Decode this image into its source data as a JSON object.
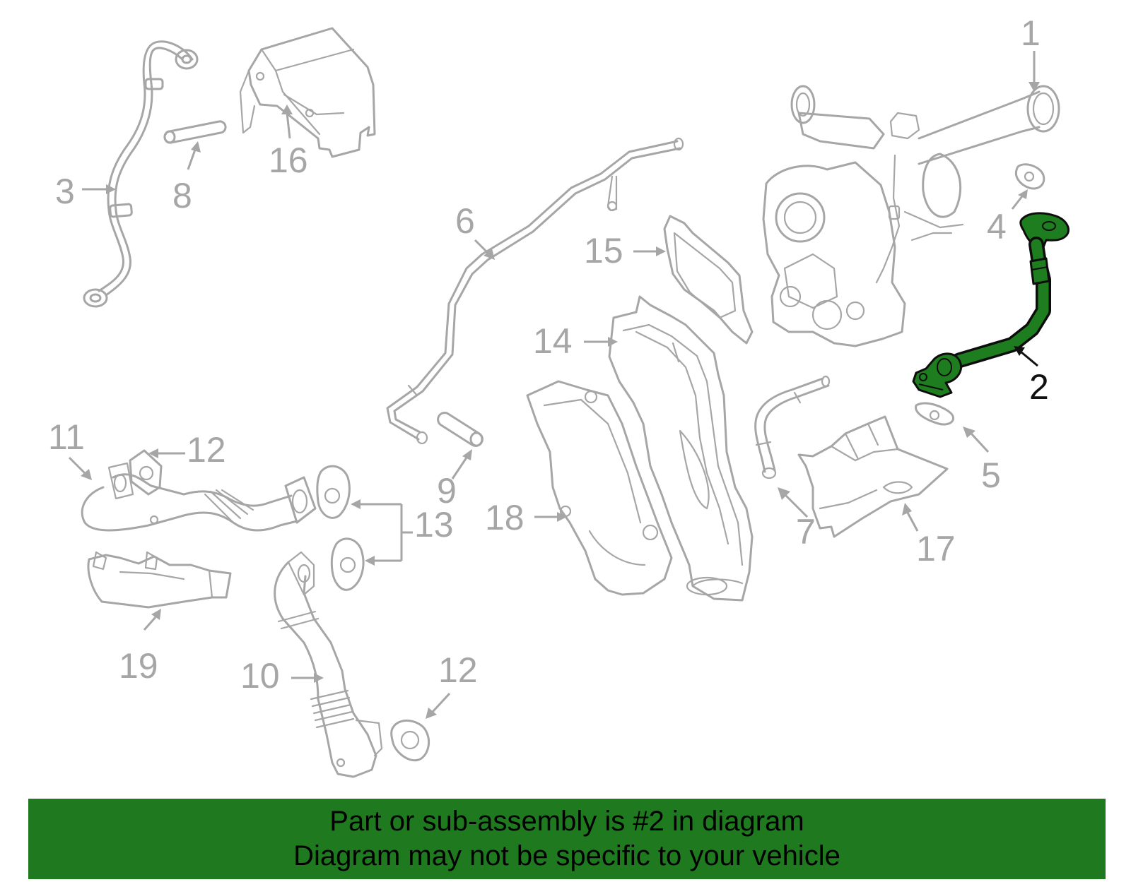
{
  "diagram": {
    "callouts": [
      {
        "id": "1",
        "text": "1"
      },
      {
        "id": "2",
        "text": "2",
        "highlighted": true
      },
      {
        "id": "3",
        "text": "3"
      },
      {
        "id": "4",
        "text": "4"
      },
      {
        "id": "5",
        "text": "5"
      },
      {
        "id": "6",
        "text": "6"
      },
      {
        "id": "7",
        "text": "7"
      },
      {
        "id": "8",
        "text": "8"
      },
      {
        "id": "9",
        "text": "9"
      },
      {
        "id": "10",
        "text": "10"
      },
      {
        "id": "11",
        "text": "11"
      },
      {
        "id": "12a",
        "text": "12"
      },
      {
        "id": "12b",
        "text": "12"
      },
      {
        "id": "13",
        "text": "13"
      },
      {
        "id": "14",
        "text": "14"
      },
      {
        "id": "15",
        "text": "15"
      },
      {
        "id": "16",
        "text": "16"
      },
      {
        "id": "17",
        "text": "17"
      },
      {
        "id": "18",
        "text": "18"
      },
      {
        "id": "19",
        "text": "19"
      }
    ],
    "colors": {
      "highlight_fill": "#1e7d1e",
      "line_gray": "#a6a6a6",
      "footer_bg": "#1f7a1f"
    }
  },
  "footer": {
    "line1": "Part or sub-assembly is #2 in diagram",
    "line2": "Diagram may not be specific to your vehicle"
  }
}
